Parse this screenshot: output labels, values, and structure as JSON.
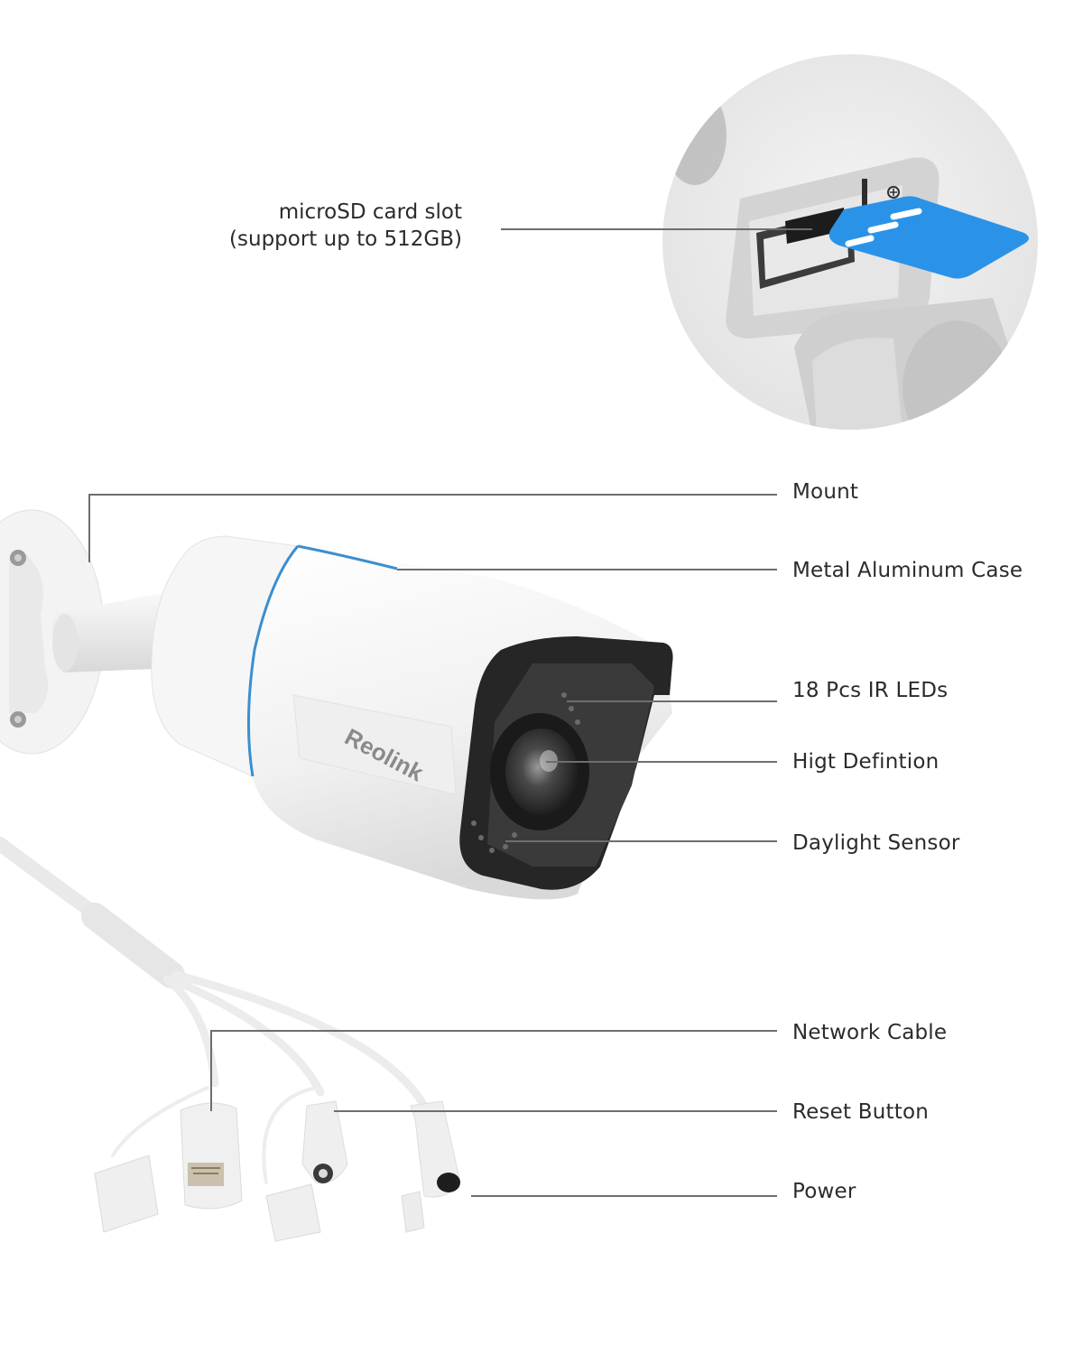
{
  "diagram": {
    "brand": "Reolink",
    "accent_color": "#3a8fd0",
    "sd_card_color": "#2a93e8",
    "callouts": {
      "microsd": {
        "line1": "microSD card slot",
        "line2": "(support up to 512GB)"
      },
      "mount": "Mount",
      "case": "Metal Aluminum Case",
      "ir_leds": "18 Pcs IR LEDs",
      "high_definition": "Higt Defintion",
      "daylight_sensor": "Daylight Sensor",
      "network_cable": "Network Cable",
      "reset_button": "Reset Button",
      "power": "Power"
    }
  }
}
